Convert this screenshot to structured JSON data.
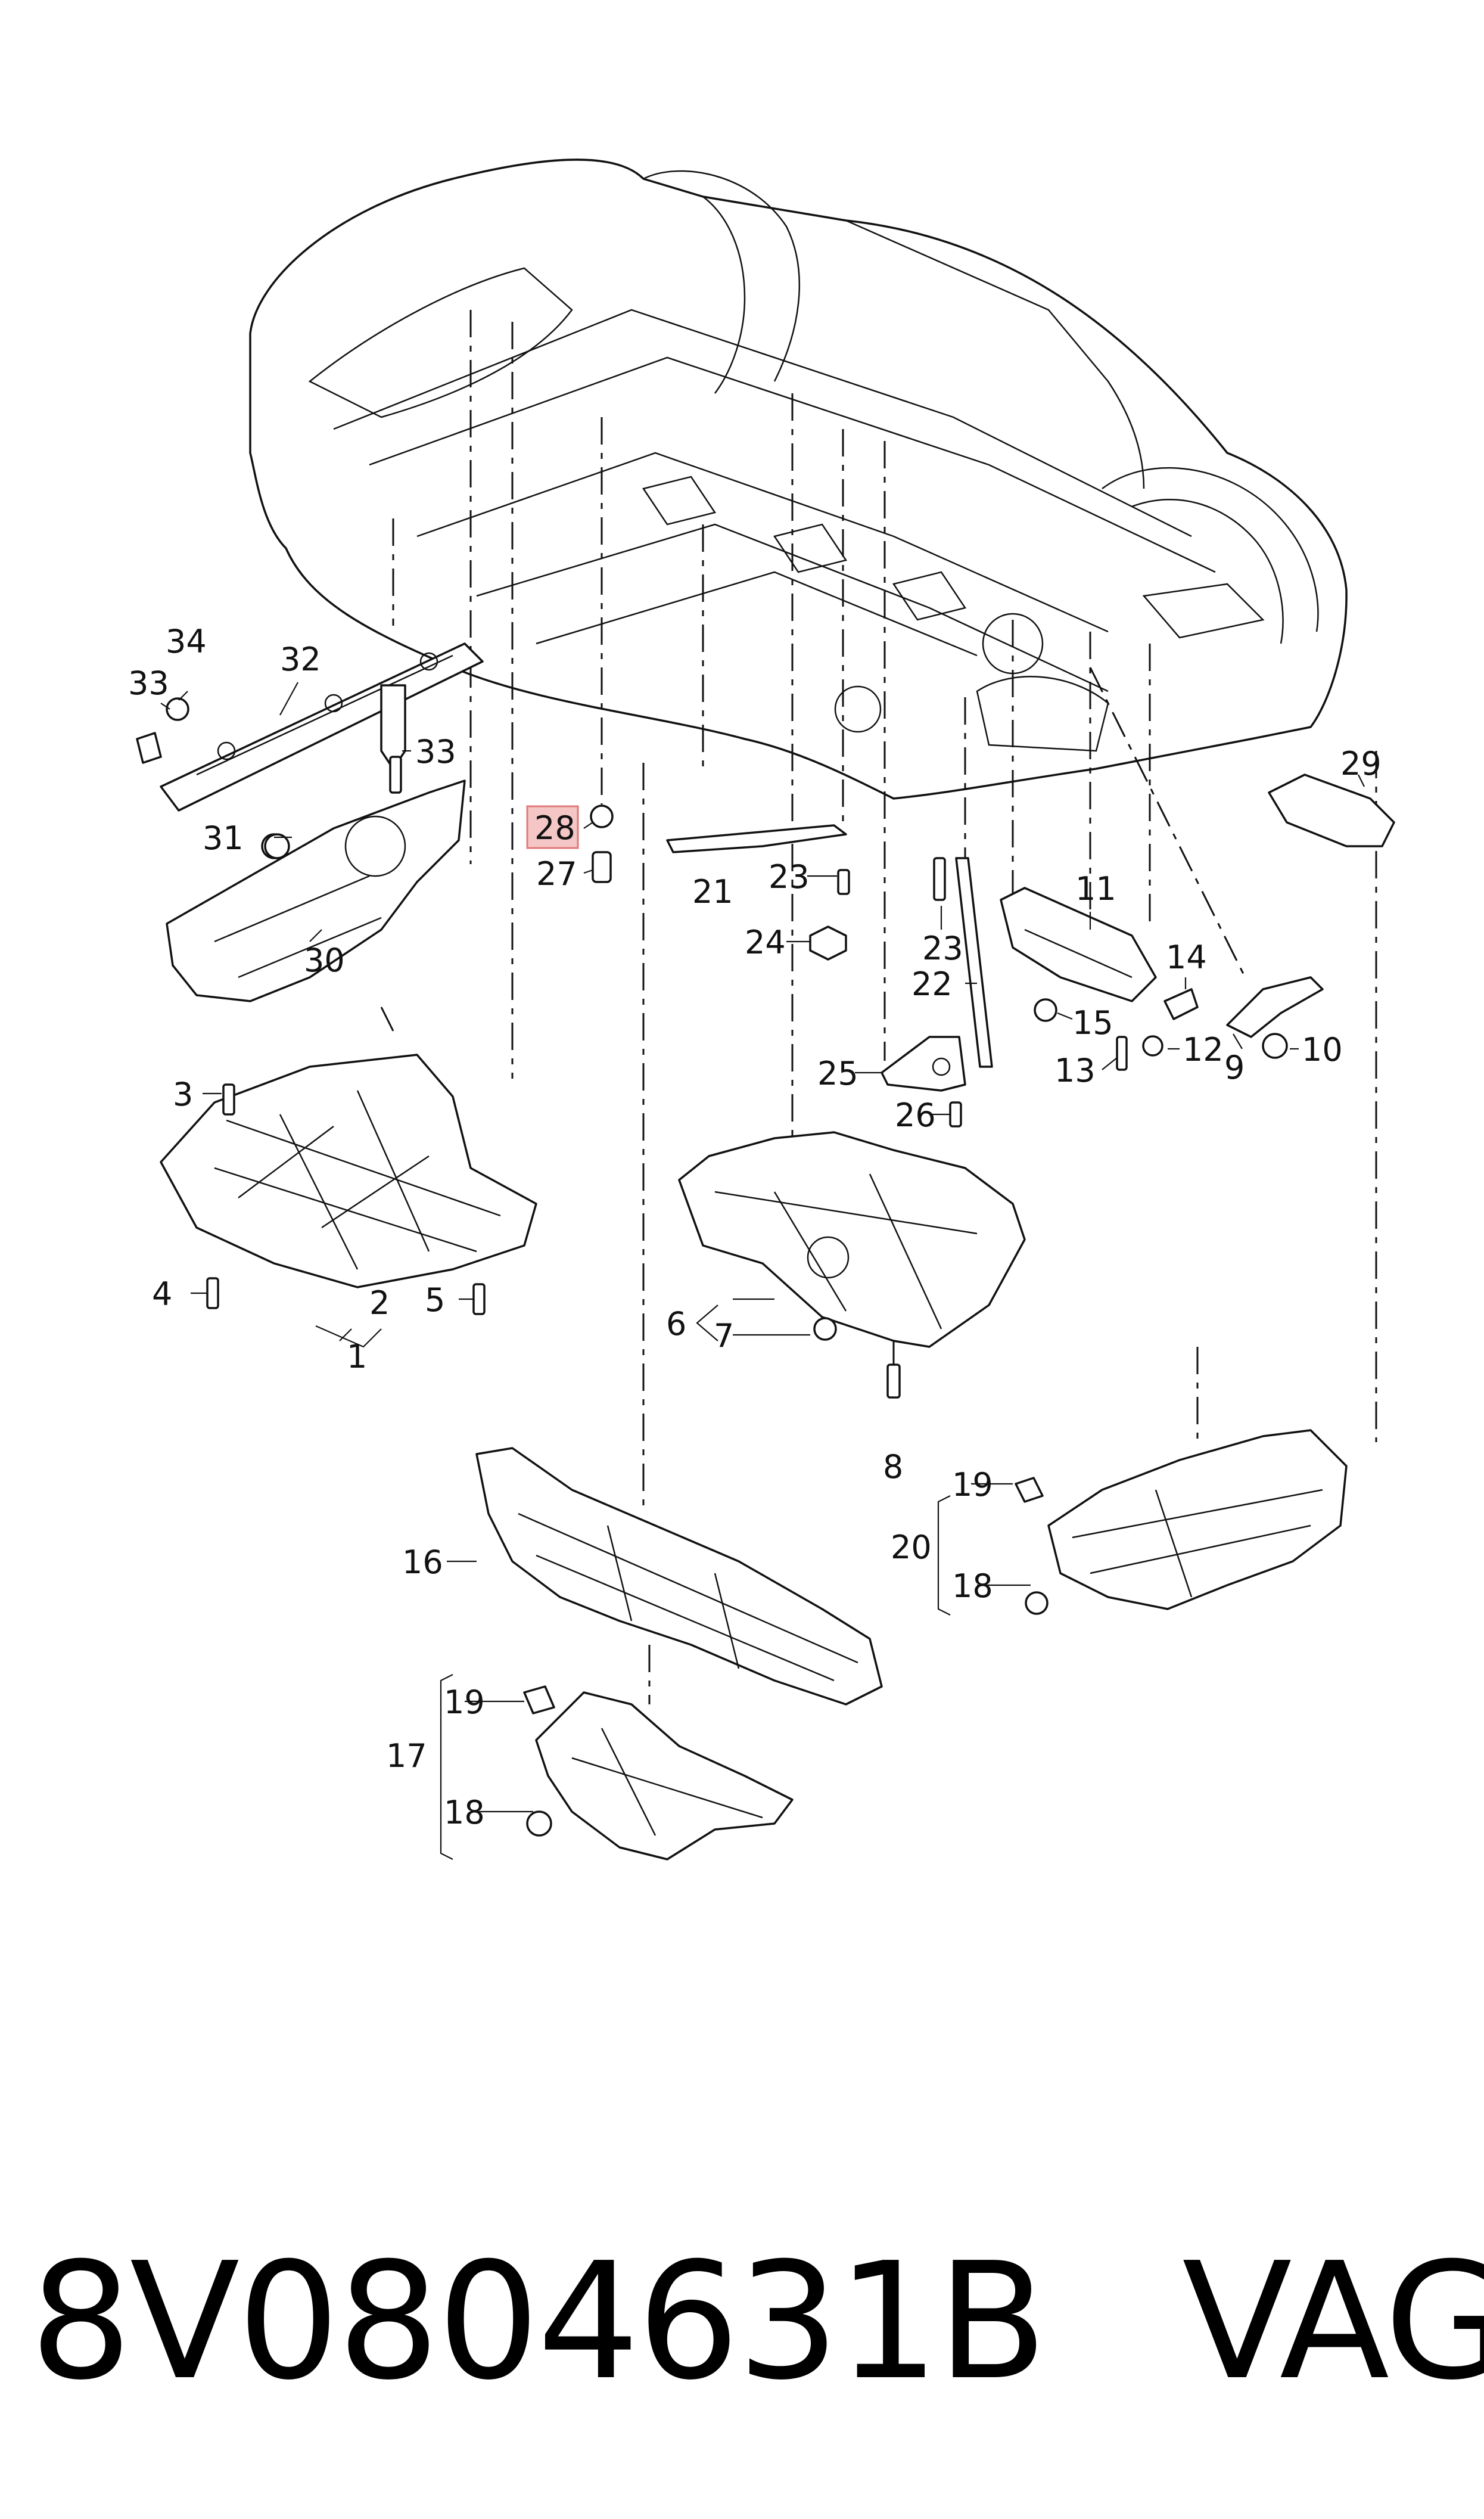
{
  "callouts": {
    "c1": "1",
    "c2": "2",
    "c3": "3",
    "c4": "4",
    "c5": "5",
    "c6": "6",
    "c7": "7",
    "c8": "8",
    "c9": "9",
    "c10": "10",
    "c11": "11",
    "c12": "12",
    "c13": "13",
    "c14": "14",
    "c15": "15",
    "c16": "16",
    "c17": "17",
    "c18a": "18",
    "c18b": "18",
    "c19a": "19",
    "c19b": "19",
    "c20": "20",
    "c21": "21",
    "c22": "22",
    "c23a": "23",
    "c23b": "23",
    "c24": "24",
    "c25": "25",
    "c26": "26",
    "c27": "27",
    "c28": "28",
    "c29": "29",
    "c30": "30",
    "c31": "31",
    "c32": "32",
    "c33a": "33",
    "c33b": "33",
    "c34": "34"
  },
  "highlighted_callout": "28",
  "highlight_color": "#f4c6c6",
  "highlight_border": "#e07a7a",
  "caption": {
    "part_number": "8V0804631B",
    "manufacturer": "VAG"
  }
}
